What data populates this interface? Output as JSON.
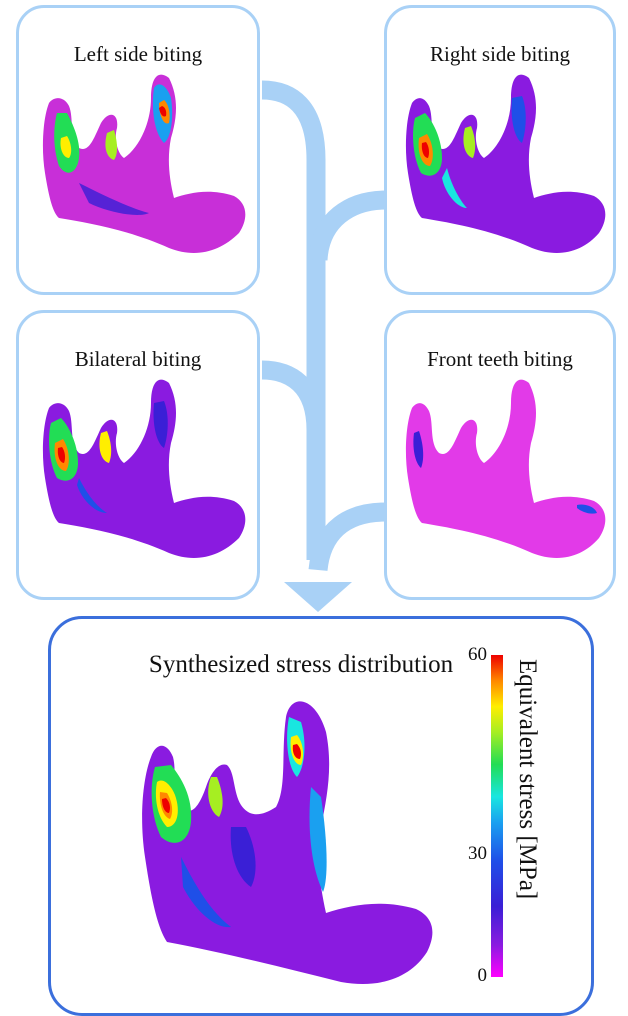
{
  "panels": {
    "left": {
      "title": "Left side biting"
    },
    "right": {
      "title": "Right side biting"
    },
    "bilateral": {
      "title": "Bilateral biting"
    },
    "front": {
      "title": "Front teeth biting"
    }
  },
  "result": {
    "title": "Synthesized stress distribution"
  },
  "colorbar": {
    "label": "Equivalent stress [MPa]",
    "ticks": {
      "max": "60",
      "mid": "30",
      "min": "0"
    },
    "colors": [
      "#ff00ff",
      "#8a1be0",
      "#3a1fd6",
      "#1f4fe8",
      "#1aa0f0",
      "#19e6e0",
      "#22dd55",
      "#a6ee22",
      "#ffee00",
      "#ff8800",
      "#ee0000"
    ]
  },
  "colors": {
    "arrow": "#a9d1f6",
    "panel_border": "#a9d1f6",
    "main_border": "#3b6fdc"
  }
}
